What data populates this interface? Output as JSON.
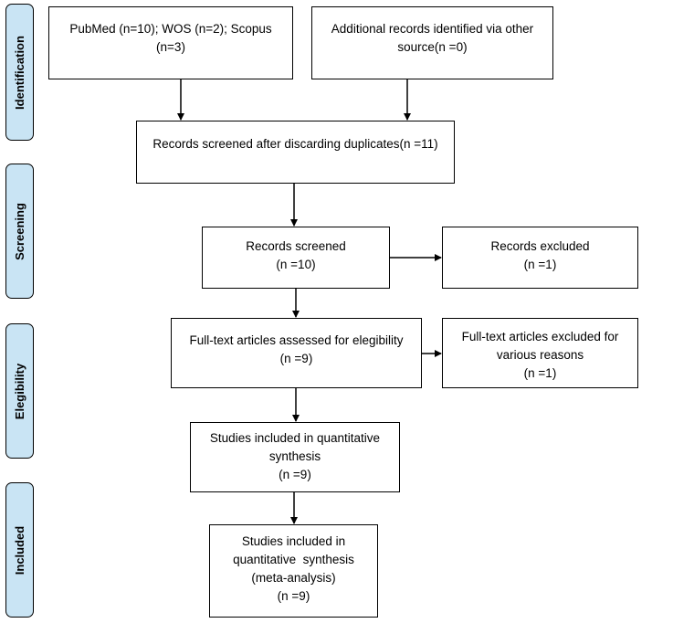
{
  "stages": {
    "identification": "Identification",
    "screening": "Screening",
    "eligibility": "Elegibility",
    "included": "Included"
  },
  "boxes": {
    "pubmed": [
      "PubMed (n=10); WOS (n=2); Scopus",
      "(n=3)"
    ],
    "additional": [
      "Additional records identified via other",
      "source(n =0)"
    ],
    "duplicates": [
      "Records screened after discarding duplicates(n =11)"
    ],
    "screened": [
      "Records screened",
      "(n =10)"
    ],
    "excluded": [
      "Records excluded",
      "(n =1)"
    ],
    "fulltext": [
      "Full-text articles assessed for elegibility",
      "(n =9)"
    ],
    "fulltext_excluded": [
      "Full-text articles excluded for",
      "various reasons",
      "(n =1)"
    ],
    "quantitative": [
      "Studies included in quantitative",
      "synthesis",
      "(n =9)"
    ],
    "meta": [
      "Studies included in",
      "quantitative  synthesis",
      "(meta-analysis)",
      "(n =9)"
    ]
  }
}
